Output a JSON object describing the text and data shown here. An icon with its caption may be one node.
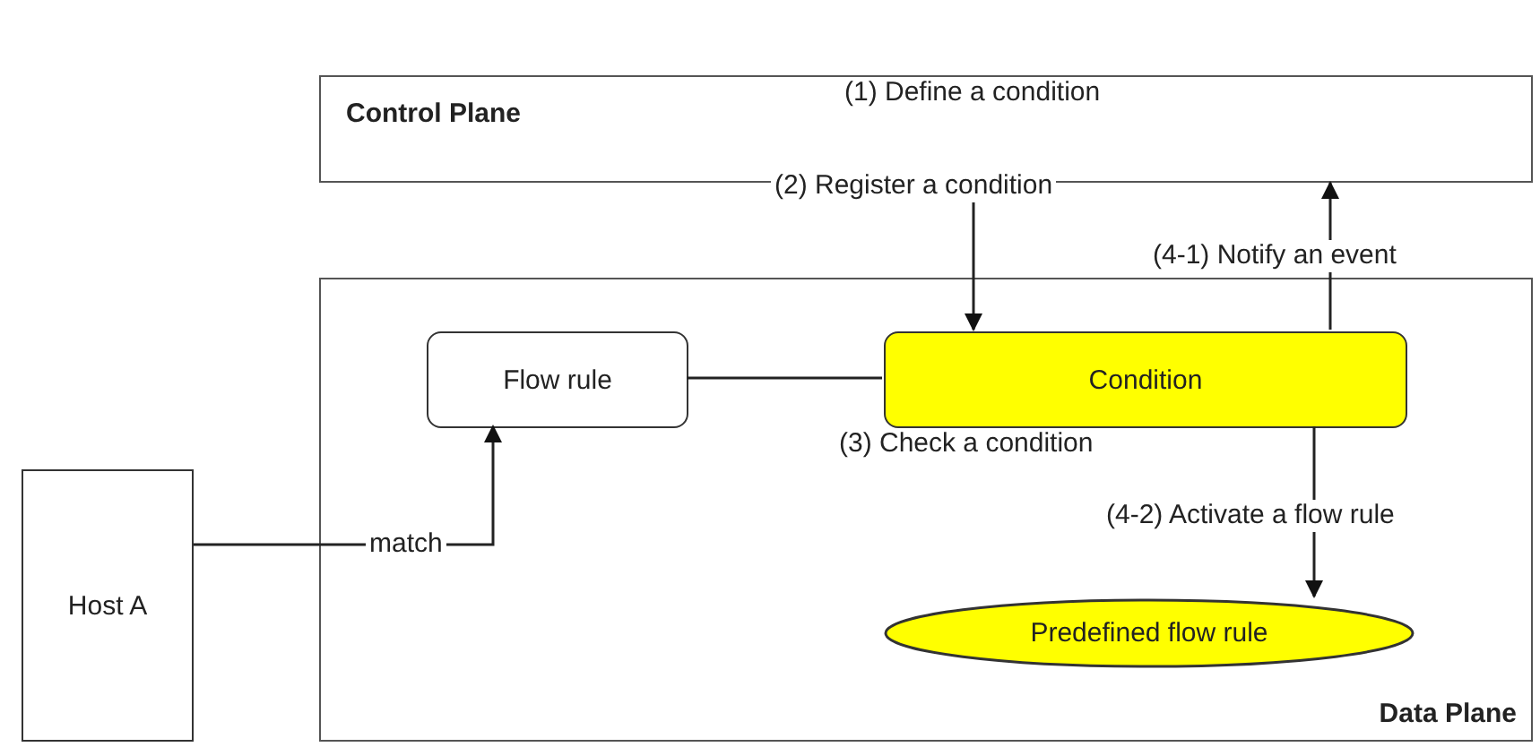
{
  "diagram": {
    "nodes": [
      {
        "text": [
          "Control Plane",
          "(1) Define a condition"
        ]
      },
      {
        "text": [
          "Data Plane"
        ]
      },
      {
        "text": [
          "Flow rule"
        ],
        "in": 1
      },
      {
        "text": [
          "Condition"
        ],
        "in": 1
      },
      {
        "text": [
          "Predefined flow rule"
        ],
        "in": 1
      },
      {
        "text": [
          "Host A"
        ]
      }
    ],
    "edges": [
      {
        "from": 0,
        "to": 3,
        "arrow": "to",
        "label": "(2) Register a condition"
      },
      {
        "from": 3,
        "to": 0,
        "arrow": "to",
        "label": "(4-1) Notify an event"
      },
      {
        "from": 2,
        "to": 3,
        "arrow": "none"
      },
      {
        "from": 3,
        "to": 4,
        "arrow": "to",
        "label": "(4-2) Activate a flow rule"
      },
      {
        "from": 5,
        "to": 2,
        "arrow": "to",
        "label": "match"
      }
    ],
    "labels": [
      "(3) Check a condition"
    ]
  }
}
